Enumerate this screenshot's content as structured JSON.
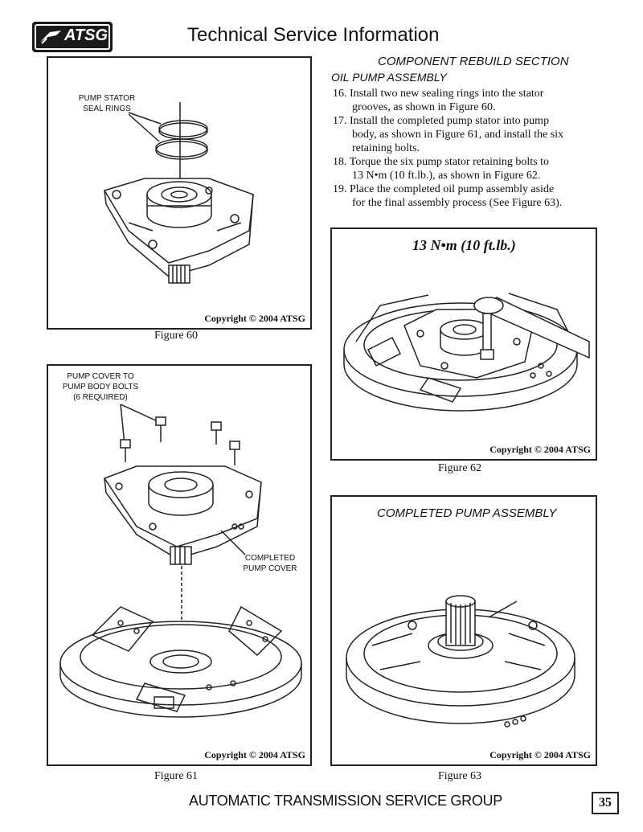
{
  "header": {
    "logo_text": "ATSG",
    "title": "Technical Service Information"
  },
  "section": {
    "title": "COMPONENT REBUILD SECTION",
    "subtitle": "OIL PUMP ASSEMBLY"
  },
  "steps": [
    {
      "num": "16.",
      "line1": "Install two new sealing rings into the stator",
      "line2": "grooves, as shown in Figure 60.",
      "line3": ""
    },
    {
      "num": "17.",
      "line1": "Install the completed pump stator into pump",
      "line2": "body, as shown in Figure 61, and install the six",
      "line3": "retaining bolts."
    },
    {
      "num": "18.",
      "line1": "Torque the six pump stator retaining bolts to",
      "line2": "13 N•m (10 ft.lb.), as shown in Figure 62.",
      "line3": ""
    },
    {
      "num": "19.",
      "line1": "Place the completed oil pump assembly aside",
      "line2": "for the final assembly process (See Figure 63).",
      "line3": ""
    }
  ],
  "figures": {
    "fig60": {
      "label_line1": "PUMP STATOR",
      "label_line2": "SEAL RINGS",
      "copyright": "Copyright © 2004 ATSG",
      "caption": "Figure 60"
    },
    "fig61": {
      "label1_line1": "PUMP COVER TO",
      "label1_line2": "PUMP BODY BOLTS",
      "label1_line3": "(6 REQUIRED)",
      "label2_line1": "COMPLETED",
      "label2_line2": "PUMP COVER",
      "copyright": "Copyright © 2004 ATSG",
      "caption": "Figure 61"
    },
    "fig62": {
      "torque": "13 N•m (10 ft.lb.)",
      "copyright": "Copyright © 2004 ATSG",
      "caption": "Figure 62"
    },
    "fig63": {
      "title": "COMPLETED PUMP ASSEMBLY",
      "copyright": "Copyright © 2004 ATSG",
      "caption": "Figure 63"
    }
  },
  "footer": {
    "org": "AUTOMATIC TRANSMISSION SERVICE GROUP",
    "page": "35"
  }
}
